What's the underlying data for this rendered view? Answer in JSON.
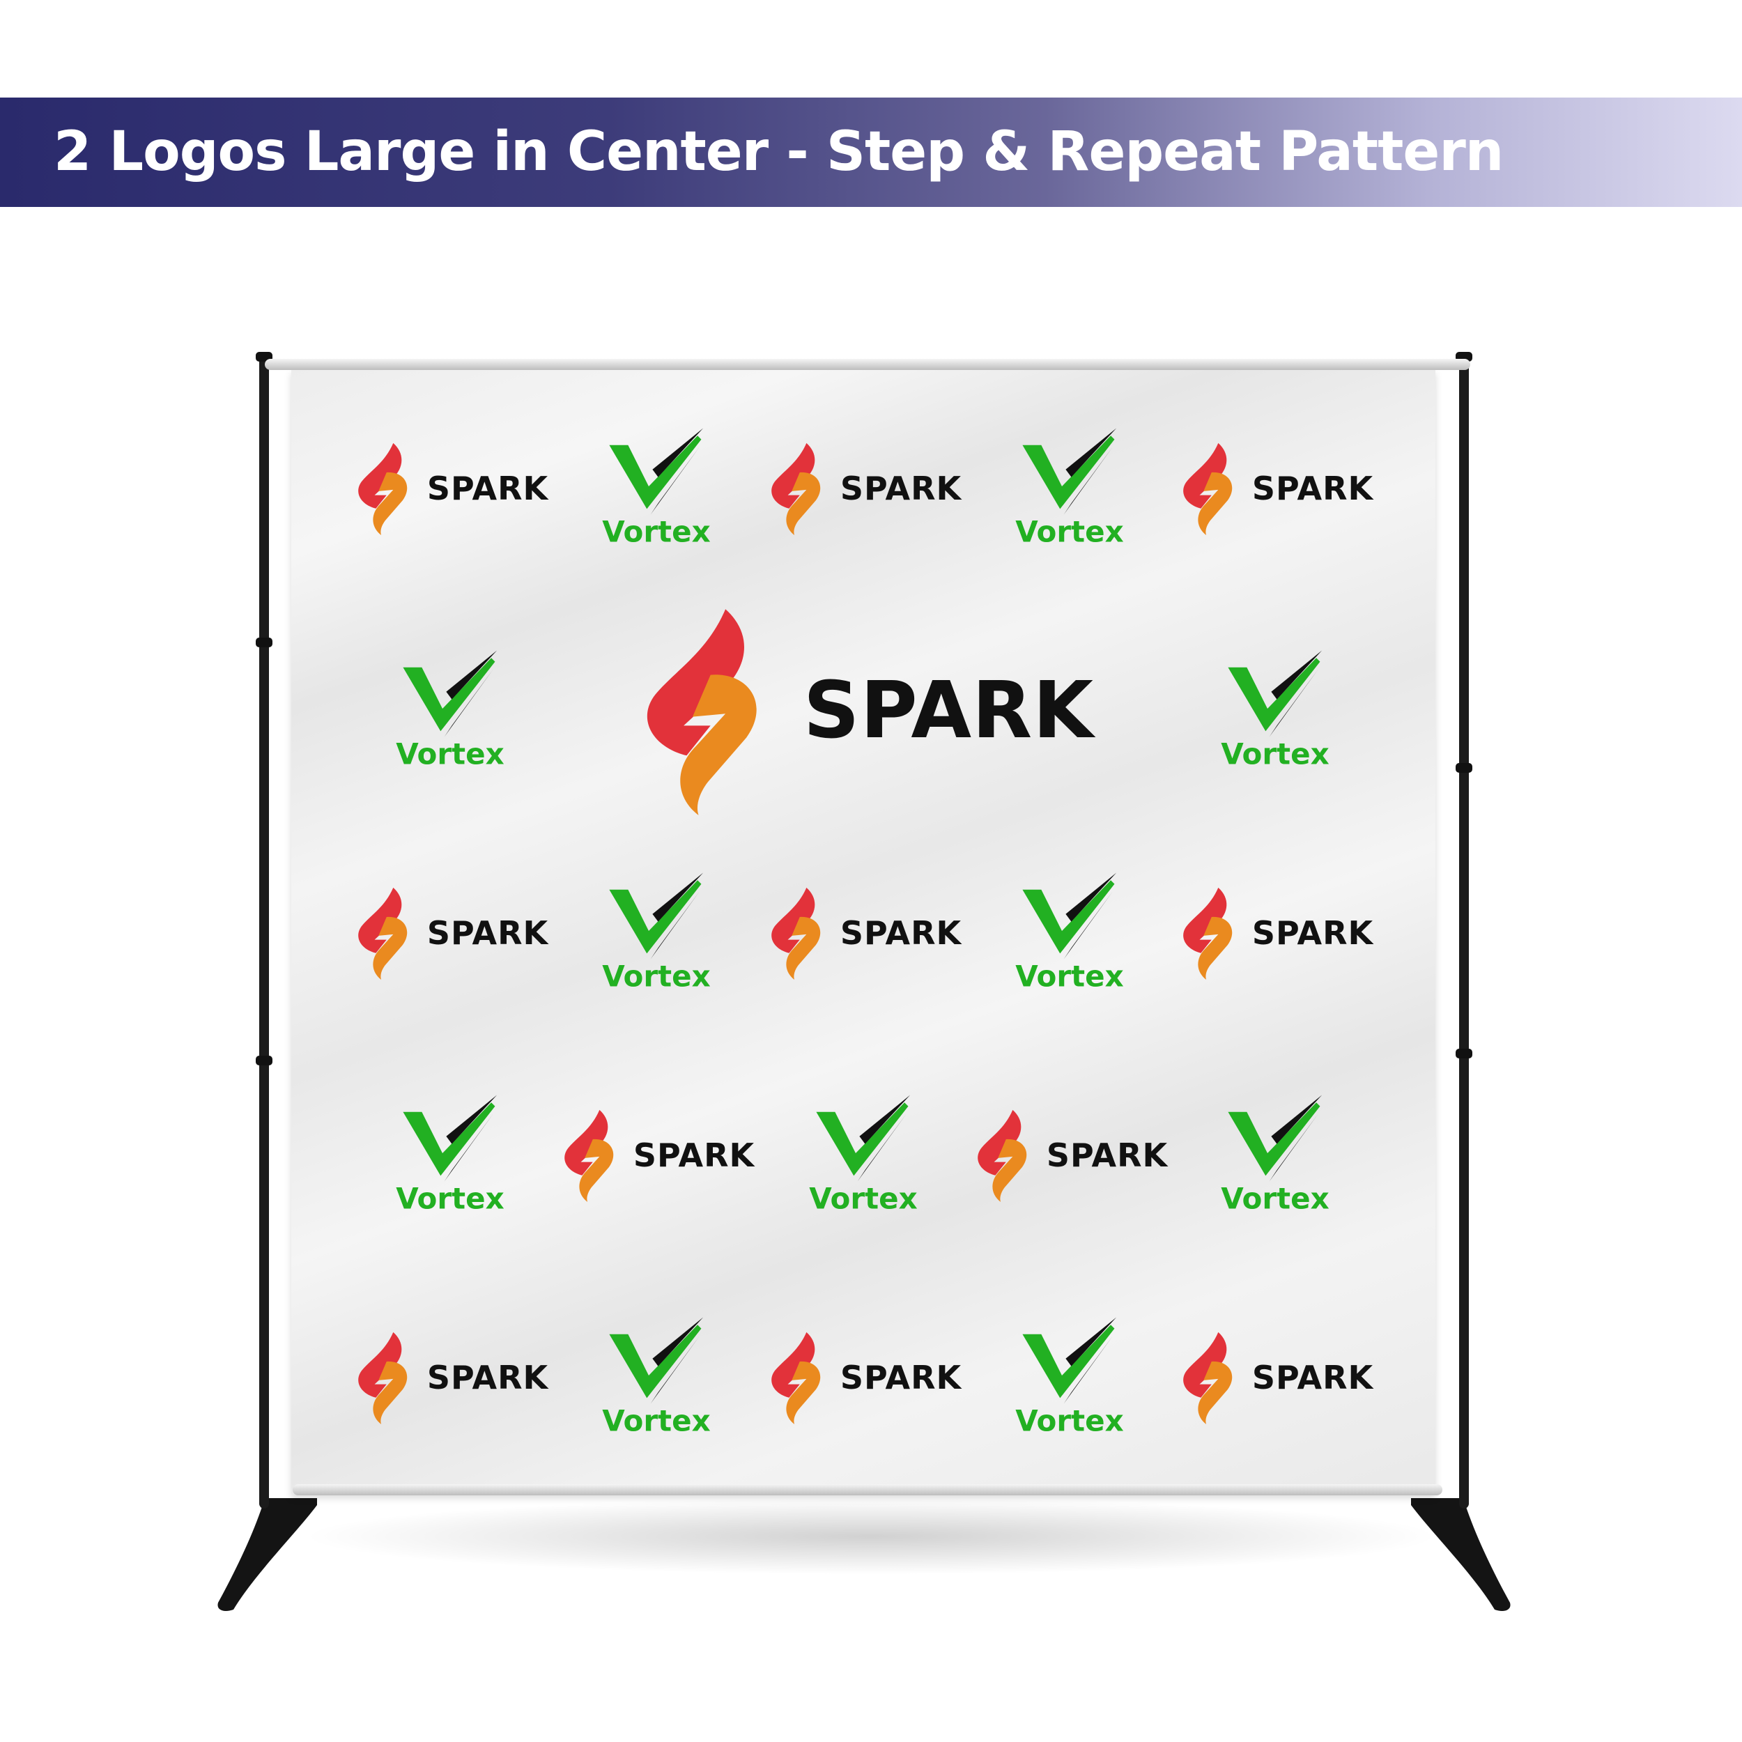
{
  "header": {
    "title": "2 Logos Large in Center - Step & Repeat Pattern",
    "gradient_start": "#2a2a6c",
    "gradient_end": "#dcdaf0"
  },
  "brands": {
    "spark": {
      "name": "SPARK",
      "red": "#e2323a",
      "orange": "#ea8a1f",
      "text_color": "#111111"
    },
    "vortex": {
      "name": "Vortex",
      "green": "#22b022",
      "dark": "#111111"
    }
  },
  "pattern": {
    "rows": [
      [
        "spark",
        "vortex",
        "spark",
        "vortex",
        "spark"
      ],
      [
        "vortex",
        "spark-large",
        "vortex"
      ],
      [
        "spark",
        "vortex",
        "spark",
        "vortex",
        "spark"
      ],
      [
        "vortex",
        "spark",
        "vortex",
        "spark",
        "vortex"
      ],
      [
        "spark",
        "vortex",
        "spark",
        "vortex",
        "spark"
      ]
    ]
  }
}
